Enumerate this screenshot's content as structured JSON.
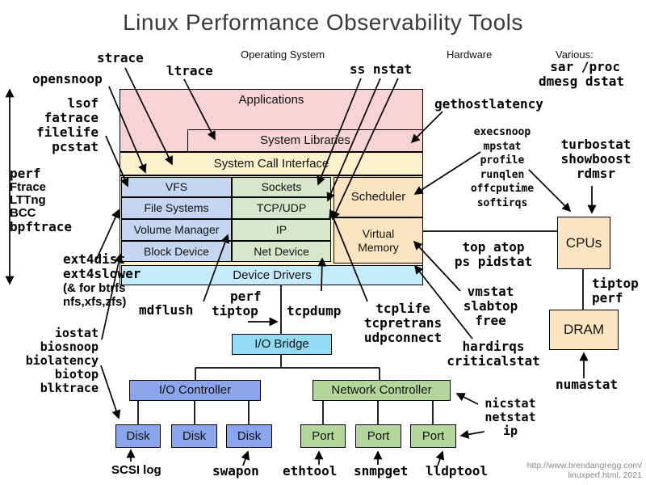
{
  "title": "Linux Performance Observability Tools",
  "sections": {
    "operating_system": "Operating System",
    "hardware": "Hardware",
    "various": "Various:"
  },
  "boxes": {
    "applications": "Applications",
    "system_libraries": "System Libraries",
    "system_call_interface": "System Call Interface",
    "vfs": "VFS",
    "sockets": "Sockets",
    "scheduler": "Scheduler",
    "file_systems": "File Systems",
    "tcp_udp": "TCP/UDP",
    "volume_manager": "Volume Manager",
    "ip": "IP",
    "virtual_memory": "Virtual Memory",
    "block_device": "Block Device",
    "net_device": "Net Device",
    "device_drivers": "Device Drivers",
    "io_bridge": "I/O Bridge",
    "io_controller": "I/O Controller",
    "network_controller": "Network Controller",
    "disk": "Disk",
    "port": "Port",
    "cpus": "CPUs",
    "dram": "DRAM"
  },
  "labels": {
    "strace": "strace",
    "ltrace": "ltrace",
    "opensnoop": "opensnoop",
    "ss_nstat": "ss nstat",
    "sar_proc": "sar /proc",
    "dmesg_dstat": "dmesg dstat",
    "gethostlatency": "gethostlatency",
    "lsof": "lsof",
    "fatrace": "fatrace",
    "filelife": "filelife",
    "pcstat": "pcstat",
    "perf": "perf",
    "ftrace": "Ftrace",
    "lttng": "LTTng",
    "bcc": "BCC",
    "bpftrace": "bpftrace",
    "ext4dist": "ext4dist",
    "ext4slower": "ext4slower",
    "btrfs_note": "(& for btrfs",
    "nfs_note": "nfs,xfs,zfs)",
    "iostat": "iostat",
    "biosnoop": "biosnoop",
    "biolatency": "biolatency",
    "biotop": "biotop",
    "blktrace": "blktrace",
    "mdflush": "mdflush",
    "perf_io": "perf",
    "tiptop_io": "tiptop",
    "tcpdump": "tcpdump",
    "tcplife": "tcplife",
    "tcpretrans": "tcpretrans",
    "udpconnect": "udpconnect",
    "execsnoop": "execsnoop",
    "mpstat": "mpstat",
    "profile": "profile",
    "runqlen": "runqlen",
    "offcputime": "offcputime",
    "softirqs": "softirqs",
    "turbostat": "turbostat",
    "showboost": "showboost",
    "rdmsr": "rdmsr",
    "top_atop": "top atop",
    "ps_pidstat": "ps pidstat",
    "vmstat": "vmstat",
    "slabtop": "slabtop",
    "free": "free",
    "hardirqs": "hardirqs",
    "criticalstat": "criticalstat",
    "nicstat": "nicstat",
    "netstat": "netstat",
    "ip_tool": "ip",
    "numastat": "numastat",
    "tiptop_cpu": "tiptop",
    "perf_cpu": "perf",
    "scsi_log": "SCSI log",
    "swapon": "swapon",
    "ethtool": "ethtool",
    "snmpget": "snmpget",
    "lldptool": "lldptool"
  },
  "footer": {
    "line1": "http://www.brendangregg.com/",
    "line2": "linuxperf.html, 2021"
  },
  "colors": {
    "pink": "#f8d3d3",
    "yellow": "#fbf1cd",
    "blue": "#c4d6f2",
    "green": "#d7e7cb",
    "tan": "#fbe5c0",
    "cyan_light": "#c6ebfa",
    "cyan_bright": "#93daf4",
    "blue_mid": "#8ba5ec",
    "green_mid": "#b3d69b"
  }
}
